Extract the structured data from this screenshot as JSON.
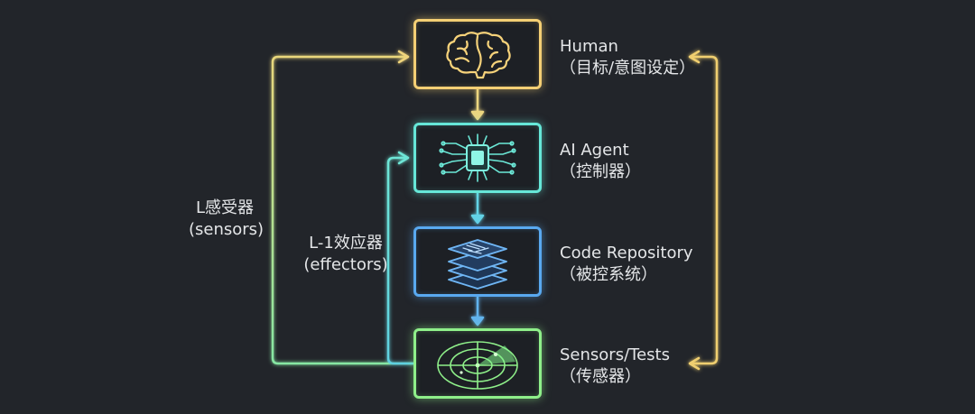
{
  "nodes": {
    "human": {
      "title": "Human",
      "subtitle": "（目标/意图设定）",
      "icon": "brain-icon",
      "color": "#f4cf74"
    },
    "agent": {
      "title": "AI Agent",
      "subtitle": "（控制器）",
      "icon": "chip-icon",
      "color": "#66e7d8"
    },
    "repo": {
      "title": "Code Repository",
      "subtitle": "（被控系统）",
      "icon": "layers-icon",
      "color": "#59a9f0"
    },
    "sensor": {
      "title": "Sensors/Tests",
      "subtitle": "（传感器）",
      "icon": "radar-icon",
      "color": "#8ff08a"
    }
  },
  "loops": {
    "sensors": {
      "line1": "L感受器",
      "line2": "(sensors)"
    },
    "effectors": {
      "line1": "L-1效应器",
      "line2": "(effectors)"
    }
  }
}
